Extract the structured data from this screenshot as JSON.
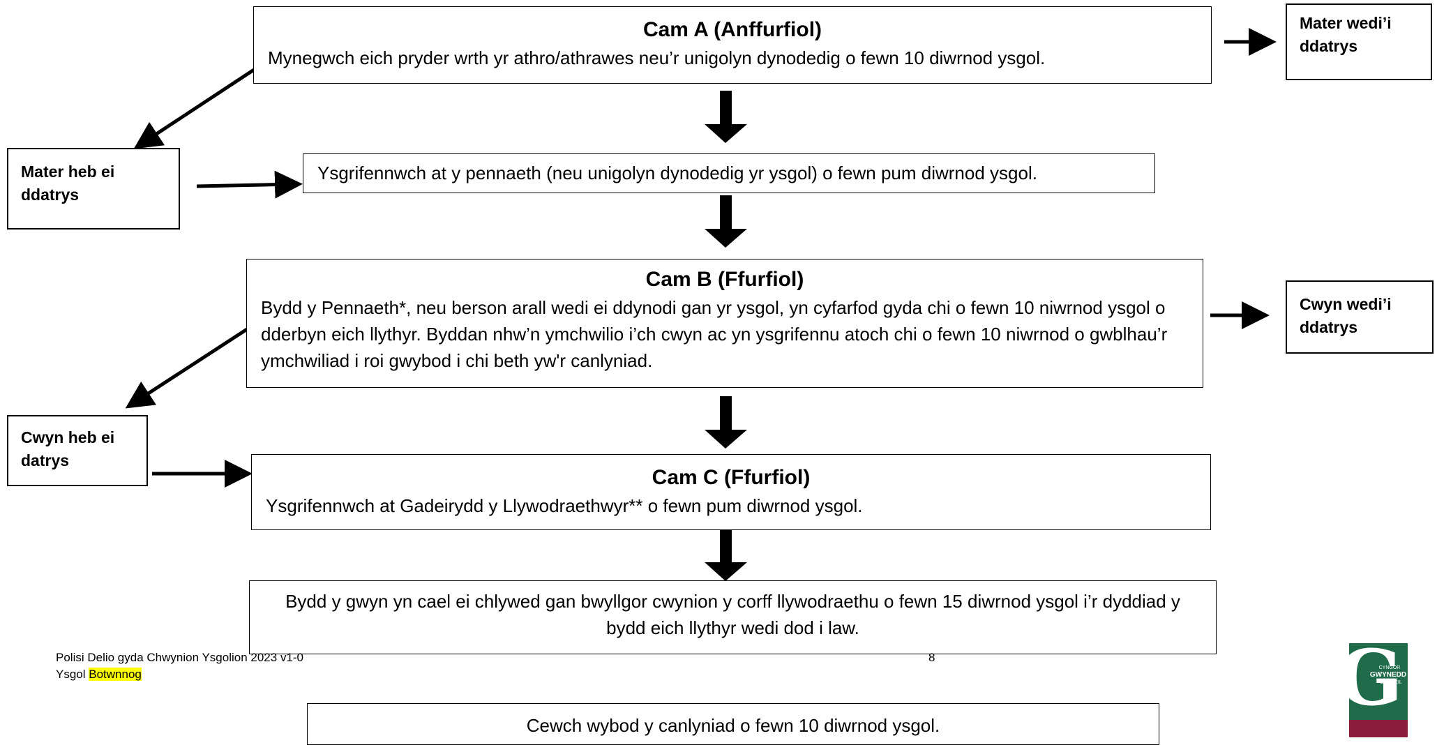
{
  "cam_a": {
    "title": "Cam A (Anffurfiol)",
    "text": "Mynegwch eich pryder wrth yr athro/athrawes neu’r unigolyn dynodedig o fewn 10 diwrnod ysgol."
  },
  "mater_wedi_ddatrys": "Mater wedi’i ddatrys",
  "mater_heb_ddatrys": "Mater heb ei ddatrys",
  "step_write_head": "Ysgrifennwch at y pennaeth (neu unigolyn dynodedig yr ysgol) o fewn pum diwrnod ysgol.",
  "cam_b": {
    "title": "Cam B (Ffurfiol)",
    "text": "Bydd y Pennaeth*, neu berson arall wedi ei ddynodi gan yr ysgol, yn cyfarfod gyda chi o fewn 10 niwrnod ysgol o dderbyn eich llythyr. Byddan nhw’n ymchwilio i’ch cwyn ac yn ysgrifennu atoch chi o fewn 10 niwrnod o gwblhau’r ymchwiliad i roi gwybod i chi beth yw'r canlyniad."
  },
  "cwyn_wedi_ddatrys": "Cwyn wedi’i ddatrys",
  "cwyn_heb_datrys": "Cwyn heb ei datrys",
  "cam_c": {
    "title": "Cam C (Ffurfiol)",
    "text": "Ysgrifennwch at Gadeirydd y Llywodraethwyr** o fewn pum diwrnod ysgol."
  },
  "step_committee": "Bydd y gwyn yn cael ei chlywed gan bwyllgor cwynion y corff llywodraethu o fewn 15 diwrnod ysgol i’r dyddiad y bydd eich llythyr wedi dod i law.",
  "step_result": "Cewch wybod y canlyniad o fewn 10 diwrnod ysgol.",
  "footer": {
    "policy": "Polisi Delio gyda Chwynion Ysgolion 2023 v1-0",
    "school_prefix": "Ysgol",
    "school_name": "Botwnnog",
    "page_number": "8"
  },
  "logo": {
    "line1": "CYNGOR",
    "line2": "GWYNEDD",
    "line3": "COUNCIL",
    "letter": "G"
  },
  "colors": {
    "logo_green": "#1f6b4a",
    "logo_maroon": "#8b1d3b",
    "highlight": "#ffff00"
  }
}
